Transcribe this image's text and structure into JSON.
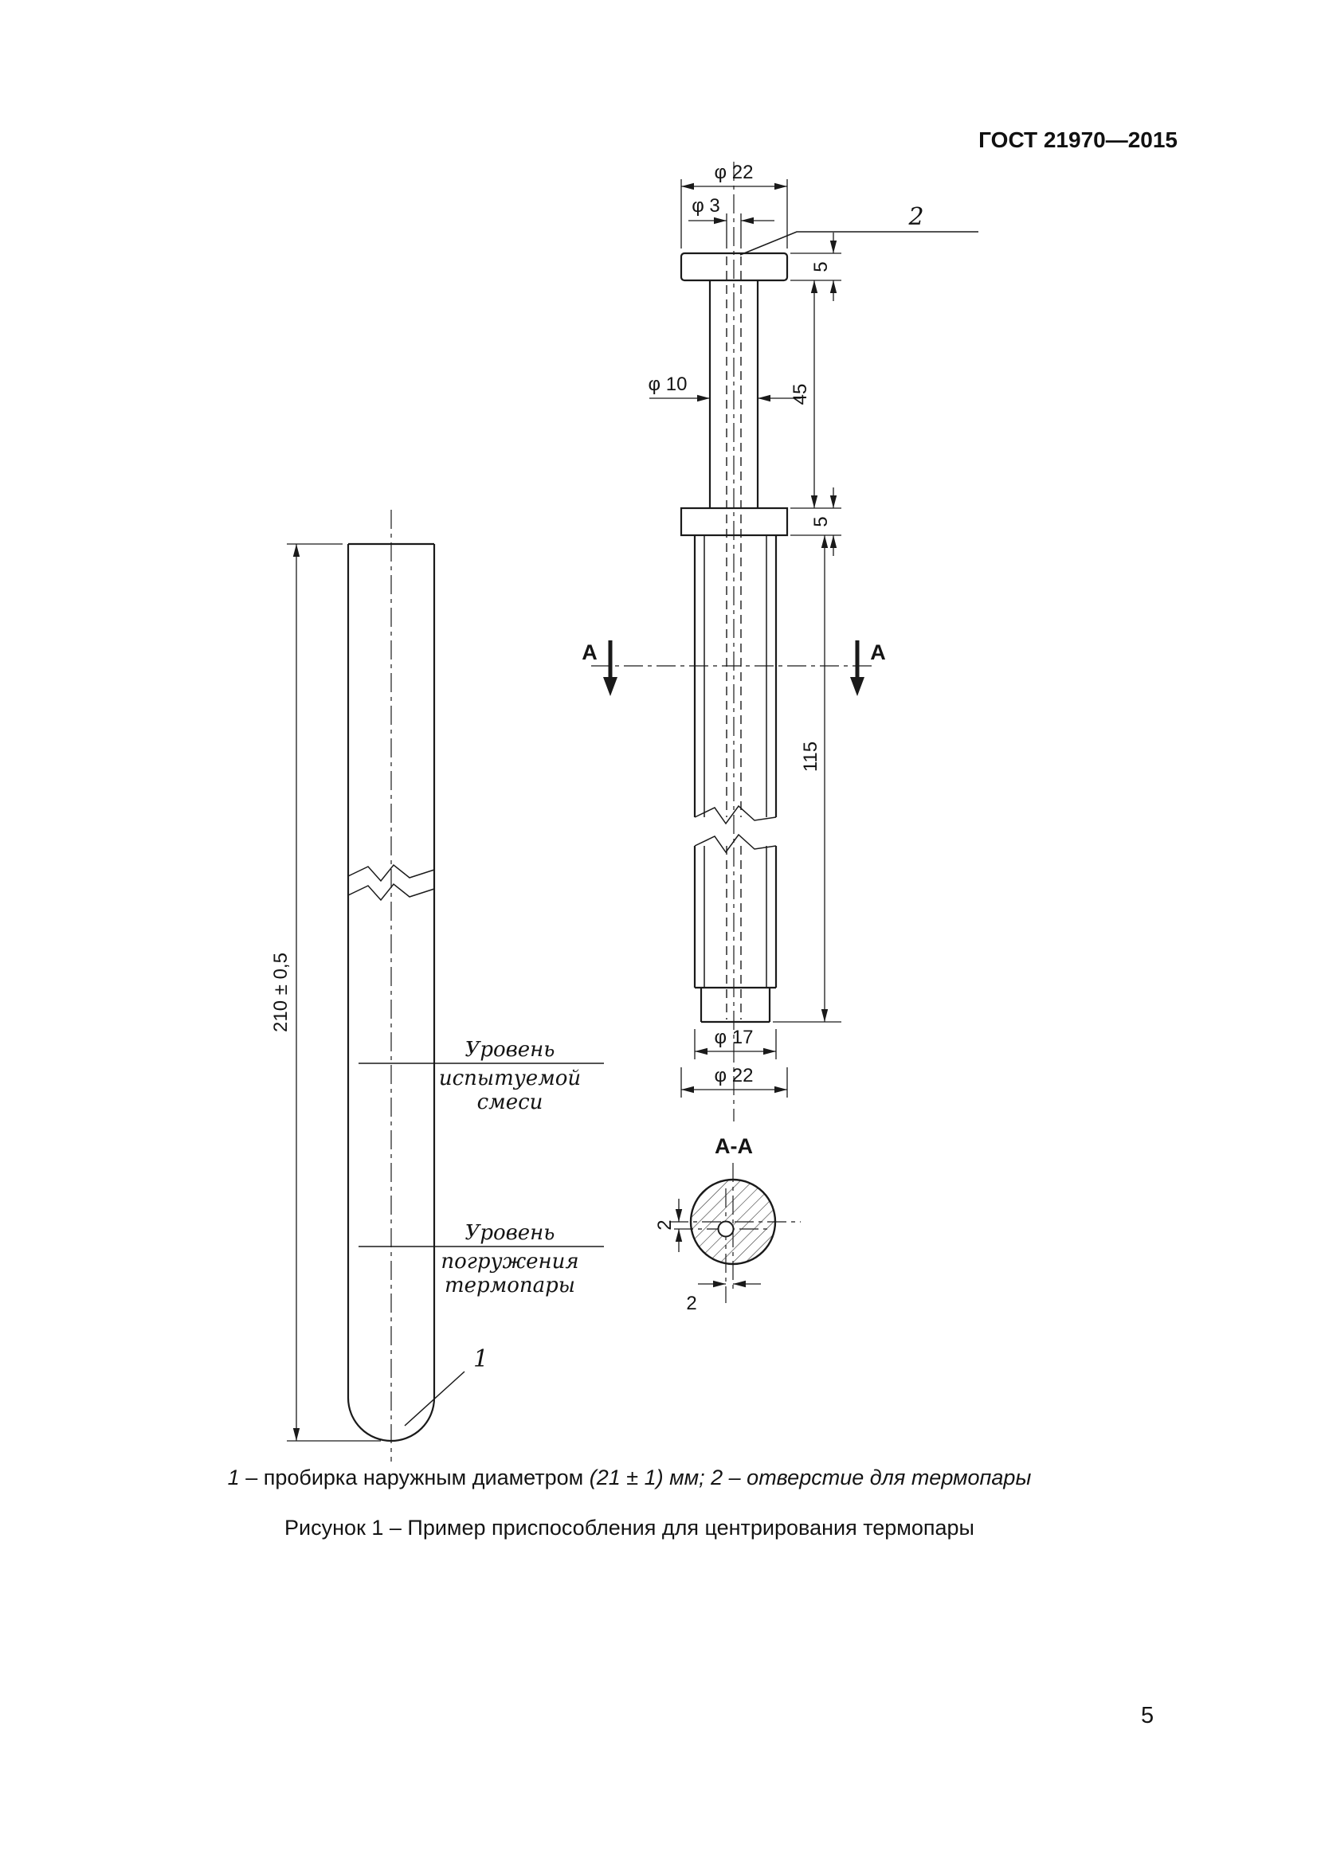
{
  "page": {
    "header": "ГОСТ 21970—2015",
    "page_number": "5"
  },
  "figure": {
    "caption": "Рисунок 1 – Пример приспособления для центрирования термопары"
  },
  "legend": {
    "seg1": "1",
    "seg2": " – пробирка наружным диаметром ",
    "seg3": "(21 ± 1) мм; ",
    "seg4": "2",
    "seg5": " – отверстие для термопары"
  },
  "dims": {
    "d22_top": "φ 22",
    "d3": "φ 3",
    "hole_label": "2",
    "cap_thickness": "5",
    "d10": "φ 10",
    "stem_length": "45",
    "flange_thickness": "5",
    "body_length": "115",
    "d17": "φ 17",
    "d22_bottom": "φ 22",
    "section_label": "A-A",
    "cut_arrow_left": "A",
    "cut_arrow_right": "A",
    "hole_offset_vertical": "2",
    "hole_offset_horizontal": "2"
  },
  "tube": {
    "length": "210 ± 0,5",
    "level_mix": [
      "Уровень",
      "испытуемой",
      "смеси"
    ],
    "level_thermo": [
      "Уровень",
      "погружения",
      "термопары"
    ],
    "part_label": "1"
  }
}
